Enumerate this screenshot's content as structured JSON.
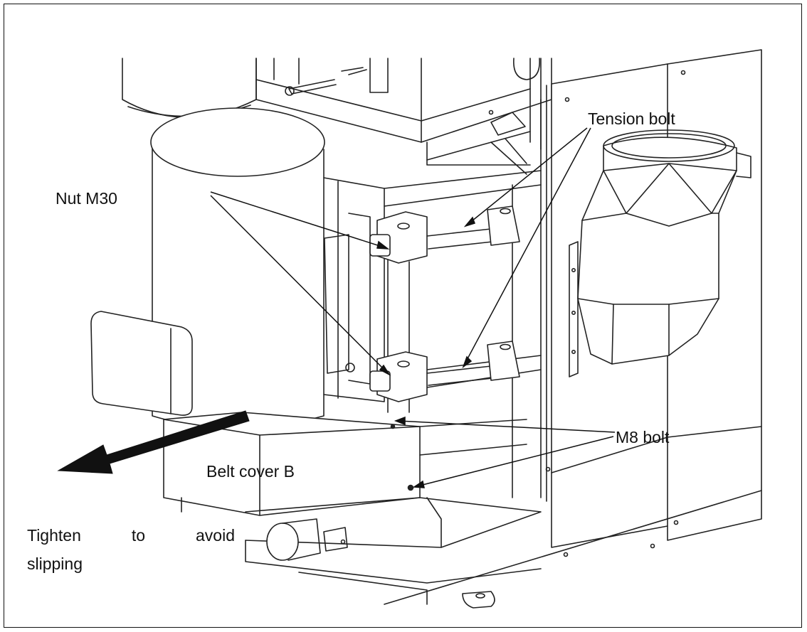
{
  "labels": {
    "tension_bolt": "Tension bolt",
    "nut_m30": "Nut M30",
    "m8_bolt": "M8 bolt",
    "belt_cover_b": "Belt cover B"
  },
  "instruction": {
    "line1_words": [
      "Tighten",
      "to",
      "avoid"
    ],
    "line2": "slipping"
  },
  "colors": {
    "ink": "#111111",
    "paper": "#ffffff"
  }
}
